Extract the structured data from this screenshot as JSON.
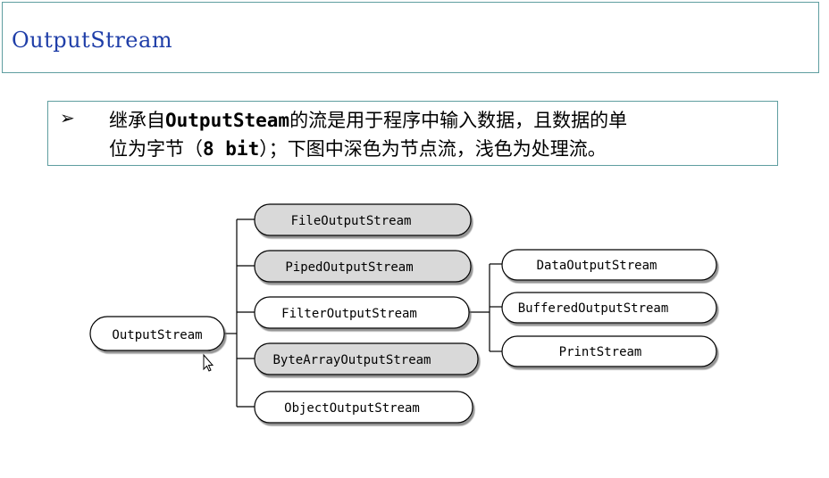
{
  "title": "OutputStream",
  "note": {
    "bullet": "➢",
    "line1_a": "继承自",
    "line1_b": "OutputSteam",
    "line1_c": "的流是用于程序中输入数据，且数据的单",
    "line2_a": "位为字节（",
    "line2_b": "8 bit",
    "line2_c": "）；下图中深色为节点流，浅色为处理流。"
  },
  "diagram": {
    "root": "OutputStream",
    "children": [
      {
        "label": "FileOutputStream",
        "type": "node"
      },
      {
        "label": "PipedOutputStream",
        "type": "node"
      },
      {
        "label": "FilterOutputStream",
        "type": "processing"
      },
      {
        "label": "ByteArrayOutputStream",
        "type": "node"
      },
      {
        "label": "ObjectOutputStream",
        "type": "processing"
      }
    ],
    "filter_children": [
      {
        "label": "DataOutputStream",
        "type": "processing"
      },
      {
        "label": "BufferedOutputStream",
        "type": "processing"
      },
      {
        "label": "PrintStream",
        "type": "processing"
      }
    ],
    "colors": {
      "node_fill": "#d9d9d9",
      "processing_fill": "#ffffff",
      "title": "#1f3ea8",
      "border": "#5f9ea0"
    }
  },
  "cursor_icon": "mouse-pointer-icon"
}
